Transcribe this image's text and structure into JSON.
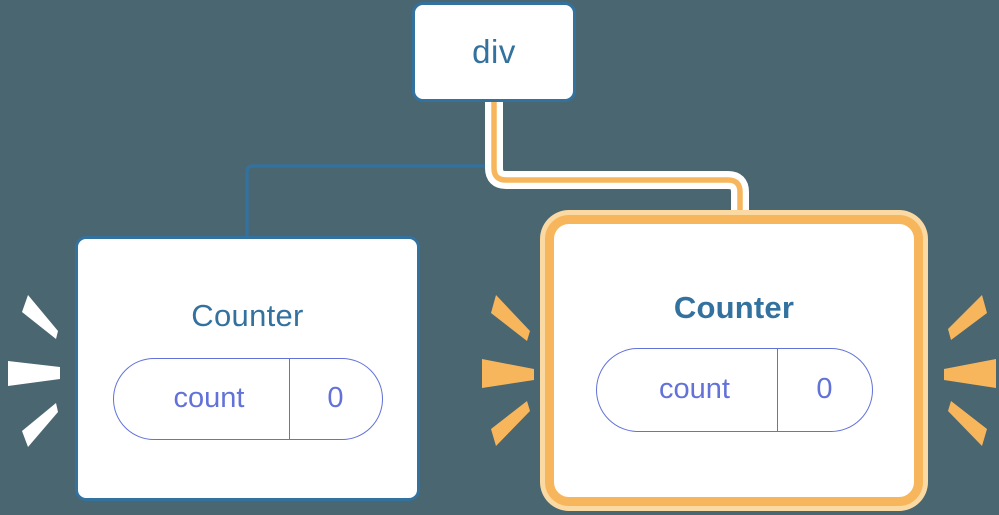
{
  "diagram": {
    "type": "component-tree",
    "title": "React component tree re-render highlight",
    "background_color": "#4a6670",
    "colors": {
      "background": "#4a6670",
      "node_blue": "#33729f",
      "state_purple": "#6272d9",
      "highlight_orange": "#f8b65c",
      "highlight_glow": "#fbd9a2",
      "wire_halo_white": "#ffffff",
      "node_fill": "#ffffff"
    },
    "nodes": [
      {
        "id": "div",
        "label": "div",
        "style": "plain",
        "highlighted": false
      },
      {
        "id": "counter-a",
        "label": "Counter",
        "style": "plain",
        "highlighted": false,
        "state": {
          "key": "count",
          "value": "0"
        }
      },
      {
        "id": "counter-b",
        "label": "Counter",
        "style": "highlighted",
        "highlighted": true,
        "state": {
          "key": "count",
          "value": "0"
        }
      }
    ],
    "edges": [
      {
        "from": "div",
        "to": "counter-a",
        "color": "#33729f",
        "highlighted": false
      },
      {
        "from": "div",
        "to": "counter-b",
        "color": "#f8b65c",
        "highlighted": true
      }
    ],
    "bursts": [
      {
        "id": "burst-left",
        "color": "#ffffff",
        "direction": "right",
        "rays": 3,
        "attached_to": "counter-a"
      },
      {
        "id": "burst-mid",
        "color": "#f8b65c",
        "direction": "right",
        "rays": 3,
        "attached_to": "counter-b"
      },
      {
        "id": "burst-right",
        "color": "#f8b65c",
        "direction": "left",
        "rays": 3,
        "attached_to": "counter-b"
      }
    ]
  }
}
